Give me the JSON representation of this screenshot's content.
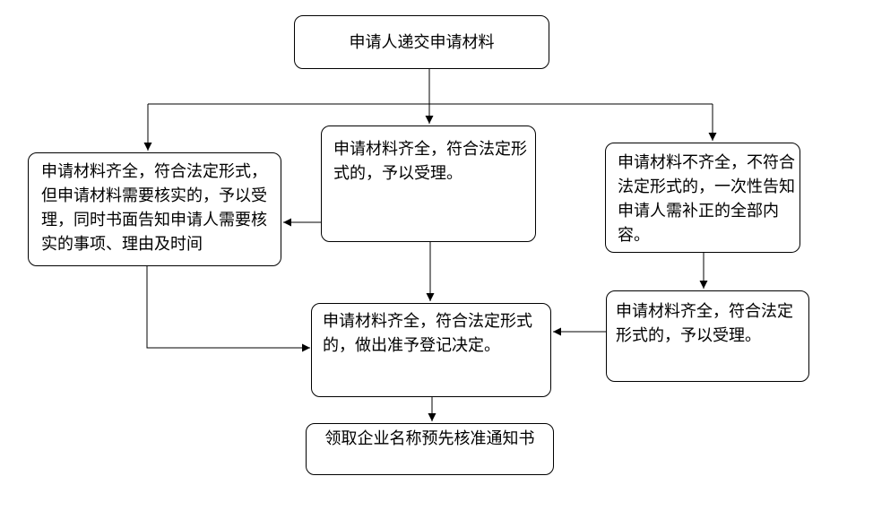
{
  "flowchart": {
    "title_semantic": "企业名称预先核准流程图",
    "colors": {
      "background": "#ffffff",
      "line": "#000000",
      "box_border": "#000000",
      "box_fill": "#ffffff",
      "text": "#000000"
    },
    "nodes": {
      "submit": {
        "lines": [
          "申请人递交申请材料"
        ]
      },
      "verify": {
        "lines": [
          "申请材料齐全，符合法定形式，",
          "但申请材料需要核实的，予以受",
          "理，同时书面告知申请人需要核",
          "实的事项、理由及时间"
        ]
      },
      "accept_middle": {
        "lines": [
          "申请材料齐全，符合法定形",
          "式的，予以受理。"
        ]
      },
      "incomplete": {
        "lines": [
          "申请材料不齐全，不符合",
          "法定形式的，一次性告知",
          "申请人需补正的全部内",
          "容。"
        ]
      },
      "decision": {
        "lines": [
          "申请材料齐全，符合法定形式",
          "的，做出准予登记决定。"
        ]
      },
      "accept_right": {
        "lines": [
          "申请材料齐全，符合法定",
          "形式的，予以受理。"
        ]
      },
      "notice": {
        "lines": [
          "领取企业名称预先核准通知书"
        ]
      }
    }
  }
}
